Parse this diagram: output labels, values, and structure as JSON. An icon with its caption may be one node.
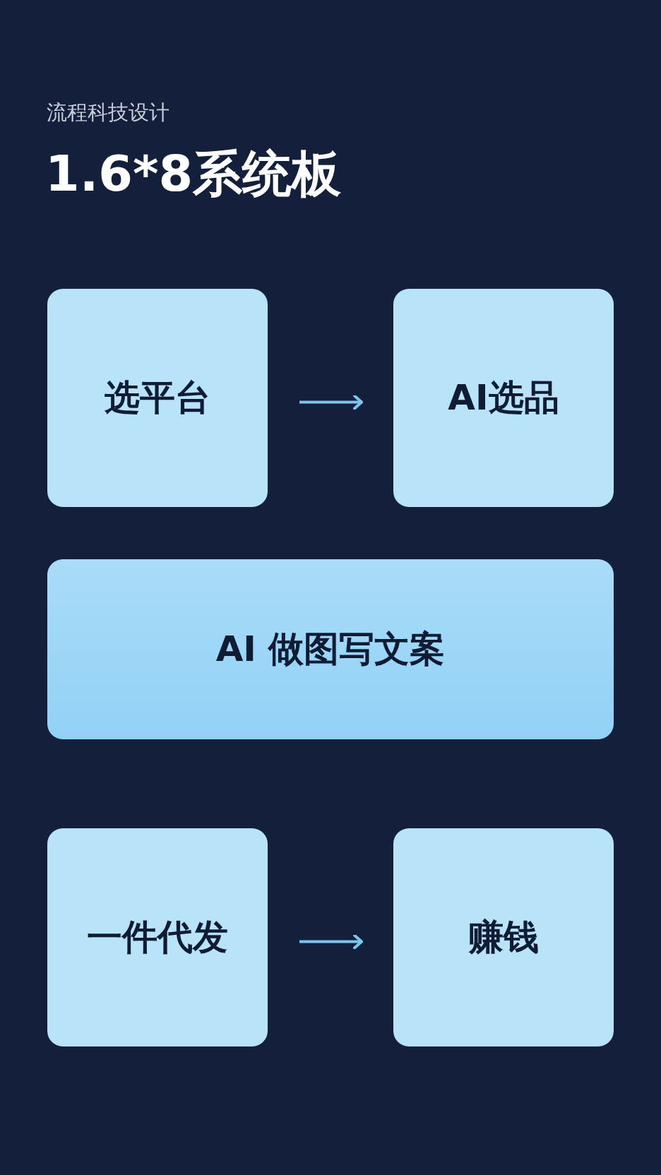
{
  "diagram": {
    "title": "1.6*8系统板",
    "nodes": [
      {
        "text": [
          "选平台"
        ]
      },
      {
        "text": [
          "AI选品"
        ]
      },
      {
        "text": [
          "AI 做图写文案"
        ]
      },
      {
        "text": [
          "一件代发"
        ]
      },
      {
        "text": [
          "赚钱"
        ]
      }
    ],
    "edges": [
      {
        "from": 0,
        "to": 1,
        "arrow": "to"
      },
      {
        "from": 3,
        "to": 4,
        "arrow": "to"
      }
    ],
    "labels": [
      "流程科技设计"
    ]
  }
}
